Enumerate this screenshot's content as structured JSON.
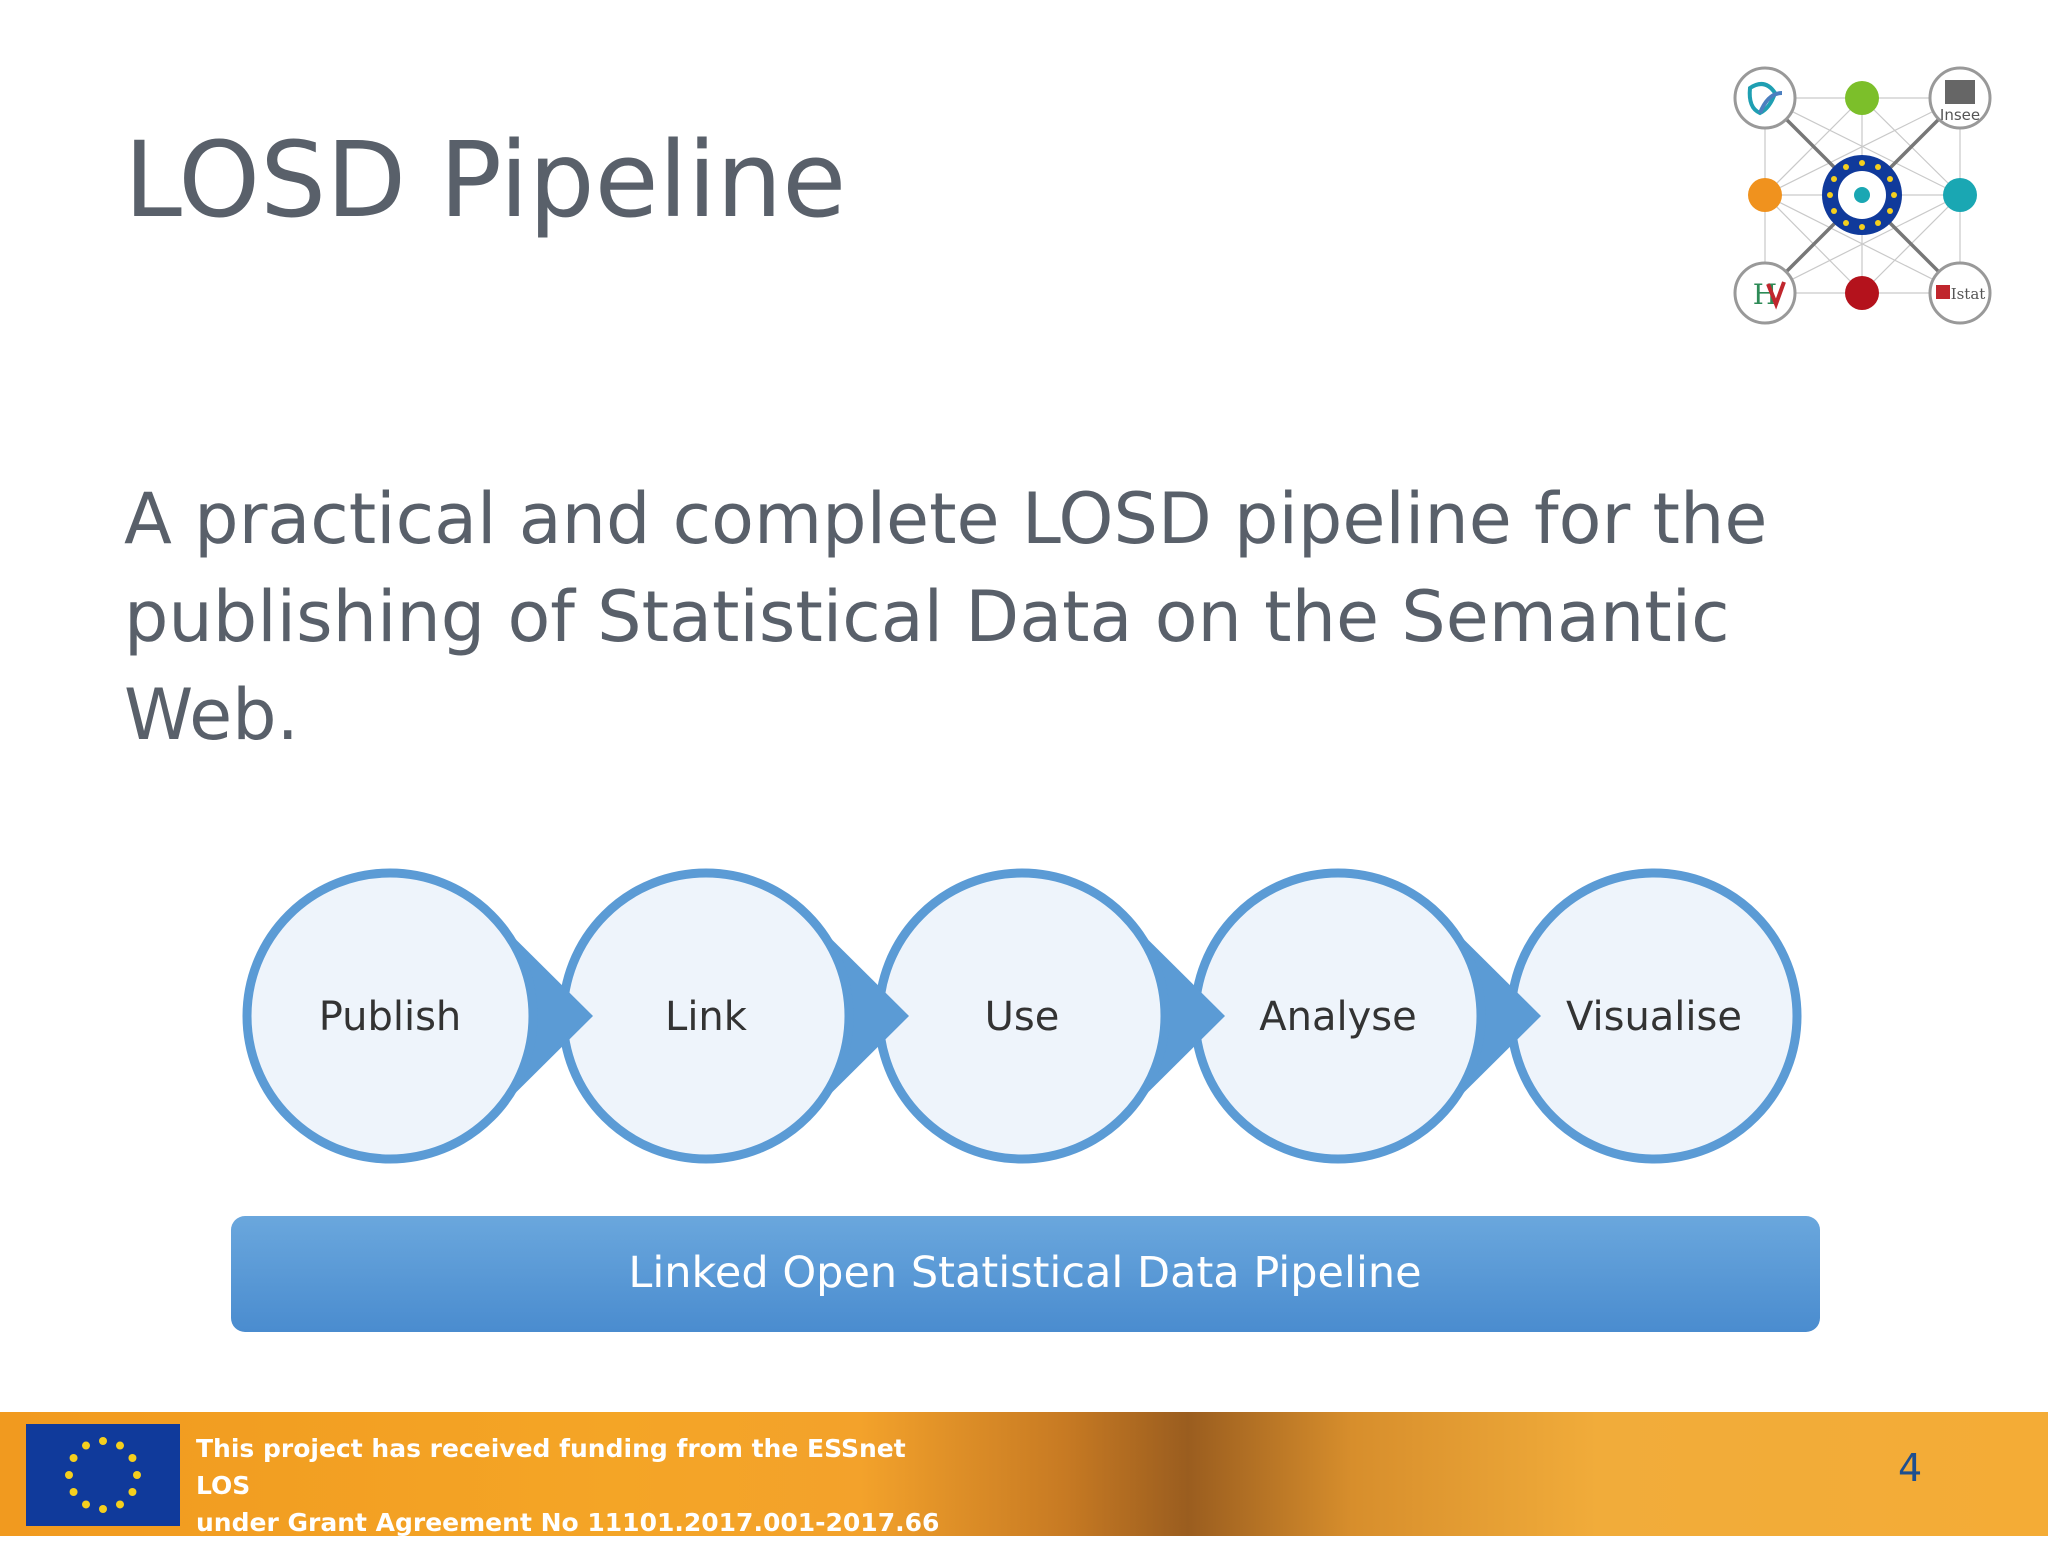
{
  "slide": {
    "title": "LOSD Pipeline",
    "body": "A practical and complete LOSD pipeline for the publishing of Statistical Data on the Semantic Web."
  },
  "pipeline": {
    "stages": [
      "Publish",
      "Link",
      "Use",
      "Analyse",
      "Visualise"
    ],
    "bar_label": "Linked Open Statistical Data Pipeline"
  },
  "logo": {
    "insee_label": "Insee",
    "istat_label": "Istat"
  },
  "footer": {
    "funding_line1": "This project has received funding from the ESSnet LOS",
    "funding_line2": "under Grant Agreement No 11101.2017.001-2017.66",
    "page_number": "4"
  },
  "colors": {
    "text": "#59606a",
    "circle_stroke": "#5b9bd5",
    "circle_fill": "#eef4fb",
    "bar": "#5b9bd5",
    "footer": "#f4a526",
    "eu_blue": "#103a9b"
  }
}
